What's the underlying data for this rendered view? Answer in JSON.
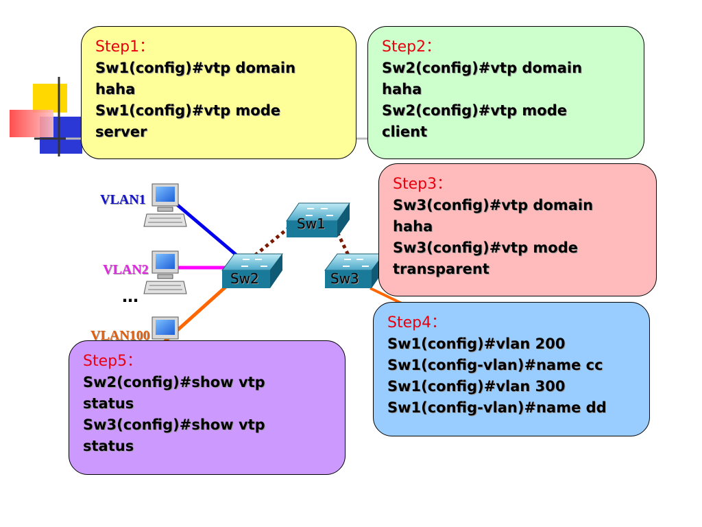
{
  "colors": {
    "step1_bg": "#ffff99",
    "step2_bg": "#ccffcc",
    "step3_bg": "#ffbbbb",
    "step4_bg": "#99ccff",
    "step5_bg": "#cc99ff",
    "step_title": "#e8000e",
    "vlan1_link": "#0000ee",
    "vlan2_link": "#ff00ff",
    "vlan100_link": "#ff6600",
    "trunk_link": "#7a1a00",
    "switch_body": "#1a7a9a"
  },
  "steps": {
    "s1": {
      "title": "Step1：",
      "lines": [
        "Sw1(config)#vtp domain",
        "haha",
        "Sw1(config)#vtp mode",
        "server"
      ]
    },
    "s2": {
      "title": "Step2：",
      "lines": [
        "Sw2(config)#vtp domain",
        "haha",
        "Sw2(config)#vtp mode",
        "client"
      ]
    },
    "s3": {
      "title": "Step3：",
      "lines": [
        "Sw3(config)#vtp domain",
        "haha",
        "Sw3(config)#vtp mode",
        "transparent"
      ]
    },
    "s4": {
      "title": "Step4：",
      "lines": [
        "Sw1(config)#vlan 200",
        "Sw1(config-vlan)#name cc",
        "Sw1(config)#vlan 300",
        "Sw1(config-vlan)#name dd"
      ]
    },
    "s5": {
      "title": "Step5：",
      "lines": [
        "Sw2(config)#show vtp",
        "status",
        "Sw3(config)#show vtp",
        "status"
      ]
    }
  },
  "switches": {
    "sw1": "Sw1",
    "sw2": "Sw2",
    "sw3": "Sw3"
  },
  "vlans": {
    "v1": "VLAN1",
    "v2": "VLAN2",
    "v100": "VLAN100"
  },
  "ellipsis": "…",
  "icons": {
    "pc": "pc-workstation-icon",
    "switch": "network-switch-icon"
  }
}
